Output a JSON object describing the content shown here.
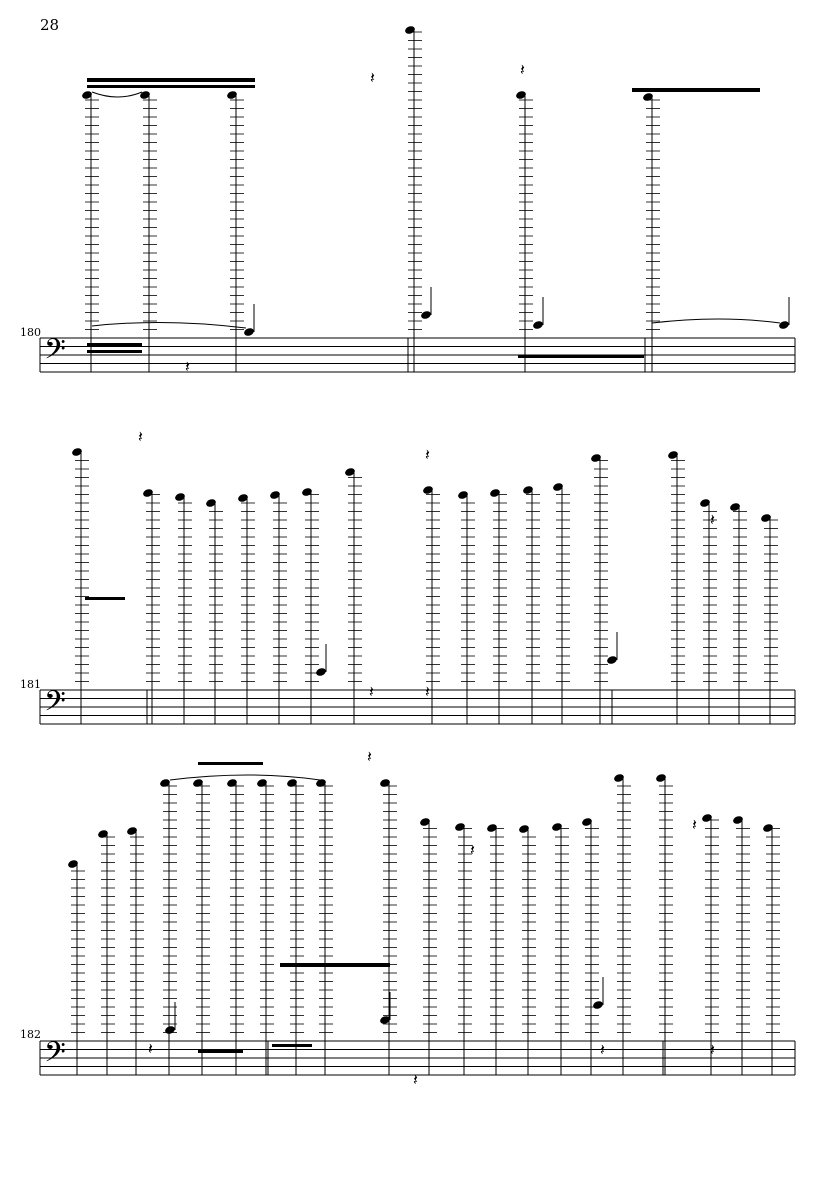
{
  "page_number": "28",
  "systems": [
    {
      "measure_number": "180",
      "clef": "bass"
    },
    {
      "measure_number": "181",
      "clef": "bass"
    },
    {
      "measure_number": "182",
      "clef": "bass"
    }
  ]
}
